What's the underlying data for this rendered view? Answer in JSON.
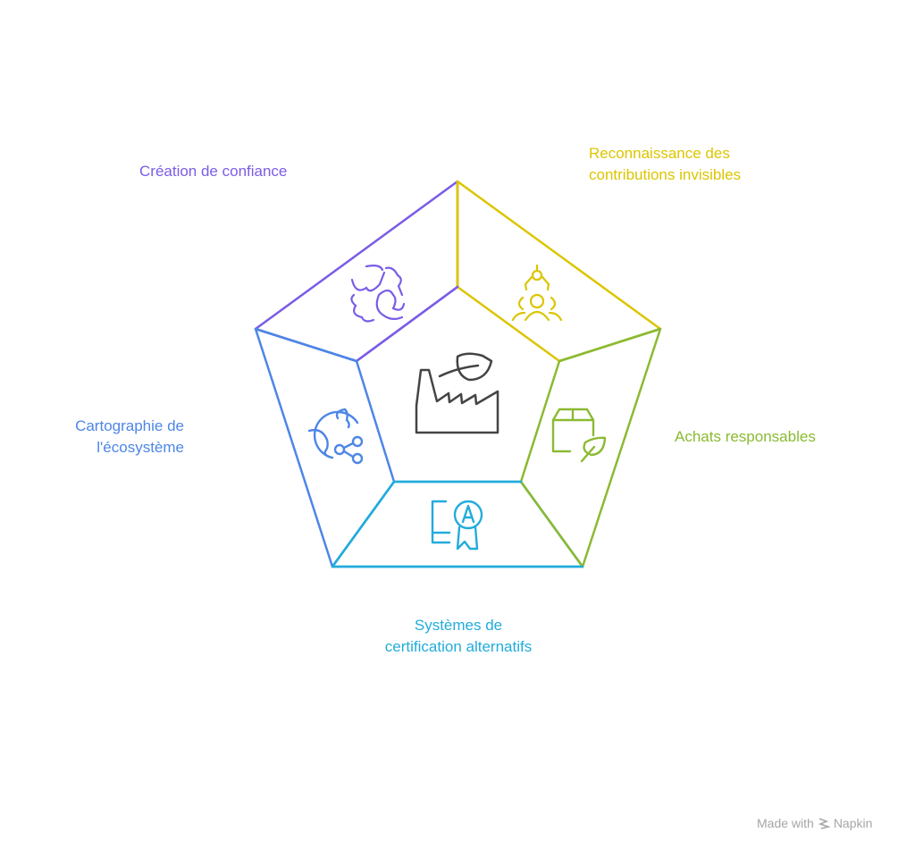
{
  "colors": {
    "trust": "#7B5CE6",
    "recognition": "#DCC500",
    "purchasing": "#8BBA32",
    "certification": "#22ACDB",
    "mapping": "#4D86E6",
    "center": "#444444"
  },
  "segments": [
    {
      "id": "trust",
      "label": "Création de confiance",
      "icon": "handshake-icon"
    },
    {
      "id": "recognition",
      "label_lines": [
        "Reconnaissance des",
        "contributions invisibles"
      ],
      "icon": "person-recognition-icon"
    },
    {
      "id": "purchasing",
      "label": "Achats responsables",
      "icon": "eco-package-icon"
    },
    {
      "id": "certification",
      "label_lines": [
        "Systèmes de",
        "certification alternatifs"
      ],
      "icon": "certificate-award-icon"
    },
    {
      "id": "mapping",
      "label_lines": [
        "Cartographie de",
        "l'écosystème"
      ],
      "icon": "globe-network-icon"
    }
  ],
  "center": {
    "icon": "eco-factory-icon"
  },
  "watermark": {
    "prefix": "Made with",
    "brand": "Napkin"
  }
}
